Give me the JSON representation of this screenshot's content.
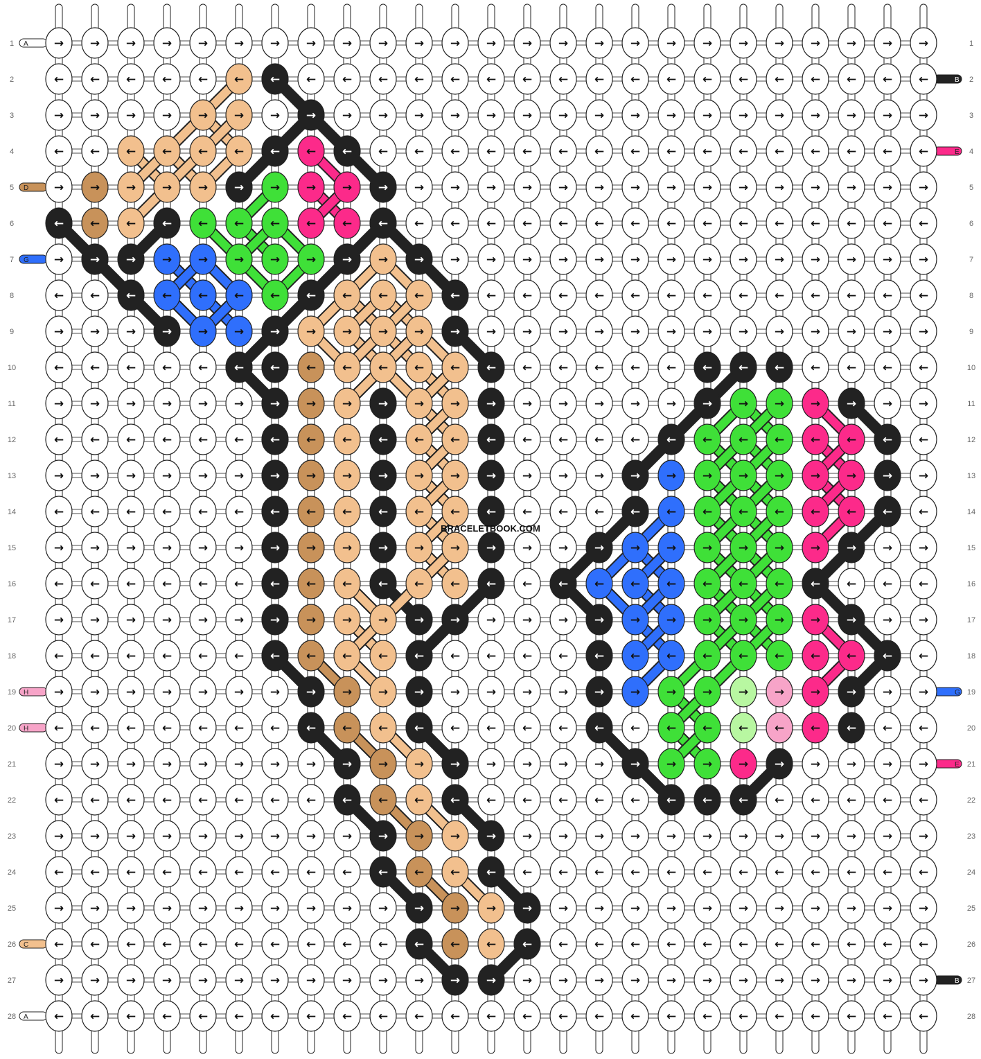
{
  "watermark": "BRACELETBOOK.COM",
  "colors": {
    "A": "#ffffff",
    "B": "#222222",
    "C": "#f2c08e",
    "D": "#c8925a",
    "E": "#fc2a8a",
    "F": "#3fe038",
    "G": "#2f6ffc",
    "H": "#f7a4c8",
    "I": "#b8f7a1"
  },
  "left_strings": [
    {
      "row": 1,
      "letter": "A"
    },
    {
      "row": 5,
      "letter": "D"
    },
    {
      "row": 7,
      "letter": "G"
    },
    {
      "row": 19,
      "letter": "H"
    },
    {
      "row": 20,
      "letter": "H"
    },
    {
      "row": 26,
      "letter": "C"
    },
    {
      "row": 28,
      "letter": "A"
    }
  ],
  "right_strings": [
    {
      "row": 2,
      "letter": "B"
    },
    {
      "row": 4,
      "letter": "E"
    },
    {
      "row": 19,
      "letter": "G"
    },
    {
      "row": 21,
      "letter": "E"
    },
    {
      "row": 27,
      "letter": "B"
    }
  ],
  "row_numbers": [
    "1",
    "2",
    "3",
    "4",
    "5",
    "6",
    "7",
    "8",
    "9",
    "10",
    "11",
    "12",
    "13",
    "14",
    "15",
    "16",
    "17",
    "18",
    "19",
    "20",
    "21",
    "22",
    "23",
    "24",
    "25",
    "26",
    "27",
    "28"
  ],
  "arrows": {
    "odd": "→",
    "even": "←"
  },
  "grid": [
    "AAAAAAAAAAAAAAAAAAAAAAAAA",
    "AAAAACBAAAAAAAAAAAAAAAAAA",
    "AAAACCABAAAAAAAAAAAAAAAAA",
    "AACCCCBEBAAAAAAAAAAAAAAAA",
    "ADCCCBFEEBAAAAAAAAAAAAAAA",
    "BDCBFFFEEBAAAAAAAAAAAAAAA",
    "ABBGGFFFBCBAAAAAAAAAAAAAA",
    "AABGGGFBCCCBAAAAAAAAAAAAA",
    "AAABGGBCCCCBAAAAAAAAAAAAA",
    "AAAAABBDCCCCBAAAAABBBAAAA",
    "AAAAAABDCBCCBAAAAABFFEBAA",
    "AAAAAABDCBCCBAAAABFFFEEBA",
    "AAAAAABDCBCCBAAABGFFFEEBA",
    "AAAAAABDCBCCBAAABGFFFEEBA",
    "AAAAAABDCBCCBAABGGFFFEBAA",
    "AAAAAABDCBCCBABGGGFFFBAAA",
    "AAAAAABDCCBBAAABGGFFFEBAA",
    "AAAAAABDCCBAAAABGGFFFEEBA",
    "AAAAAAABDCBAAAABGFFIHEBAA",
    "AAAAAAABDCBAAAABAFFIHEBAA",
    "AAAAAAAABDCBAAAABFFEBAAAA",
    "AAAAAAAABDCBAAAAABBBAAAAA",
    "AAAAAAAAABDCBAAAAAAAAAAAA",
    "AAAAAAAAABDCBAAAAAAAAAAAA",
    "AAAAAAAAAABDCBAAAAAAAAAAA",
    "AAAAAAAAAABDCBAAAAAAAAAAA",
    "AAAAAAAAAAABBAAAAAAAAAAAA",
    "AAAAAAAAAAAAAAAAAAAAAAAAA"
  ]
}
